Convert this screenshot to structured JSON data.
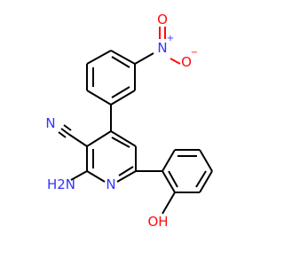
{
  "molecule": {
    "atoms": {
      "nitrile_n": "N",
      "amine": "H2N",
      "pyridine_n": "N",
      "hydroxyl": "OH",
      "nitro_n": "N",
      "nitro_o_double": "O",
      "nitro_o_single": "O"
    },
    "charges": {
      "nitro_n": "+",
      "nitro_o_single": "−"
    },
    "colors": {
      "carbon": "#000000",
      "nitrogen": "#3333ff",
      "oxygen": "#ff0d0d"
    }
  }
}
